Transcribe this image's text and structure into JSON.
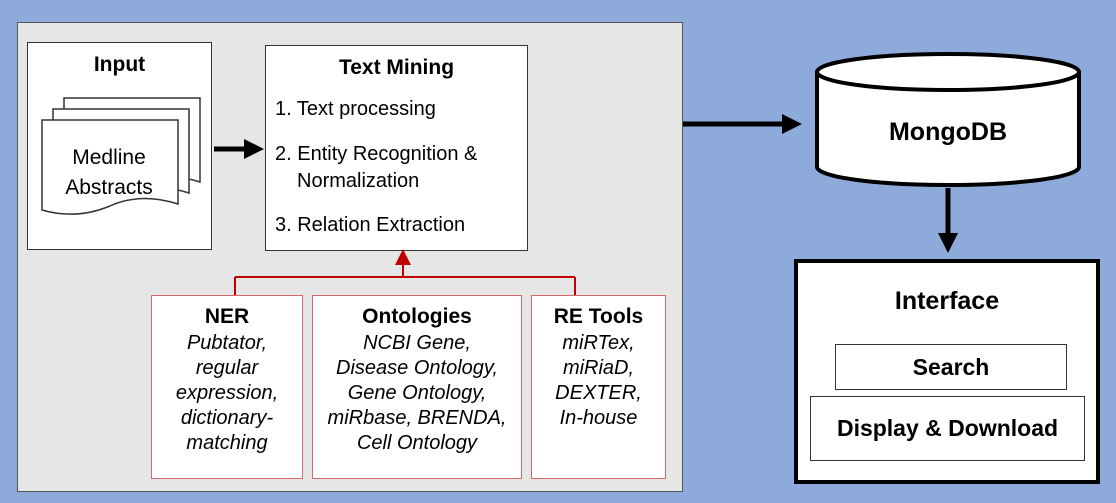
{
  "input": {
    "title": "Input",
    "document_line1": "Medline",
    "document_line2": "Abstracts"
  },
  "text_mining": {
    "title": "Text Mining",
    "steps": [
      "1. Text processing",
      "2. Entity Recognition &",
      "Normalization",
      "3. Relation Extraction"
    ]
  },
  "resources": [
    {
      "title": "NER",
      "items": [
        "Pubtator,",
        "regular",
        "expression,",
        "dictionary-",
        "matching"
      ]
    },
    {
      "title": "Ontologies",
      "items": [
        "NCBI Gene,",
        "Disease Ontology,",
        "Gene Ontology,",
        "miRbase, BRENDA,",
        "Cell Ontology"
      ]
    },
    {
      "title": "RE Tools",
      "items": [
        "miRTex,",
        "miRiaD,",
        "DEXTER,",
        "In-house"
      ]
    }
  ],
  "database": {
    "label": "MongoDB"
  },
  "interface": {
    "title": "Interface",
    "search_label": "Search",
    "display_label": "Display & Download"
  },
  "colors": {
    "background": "#8eaadb",
    "panel": "#e6e6e6",
    "resource_border": "#d46a6a",
    "connector_red": "#c00000"
  }
}
